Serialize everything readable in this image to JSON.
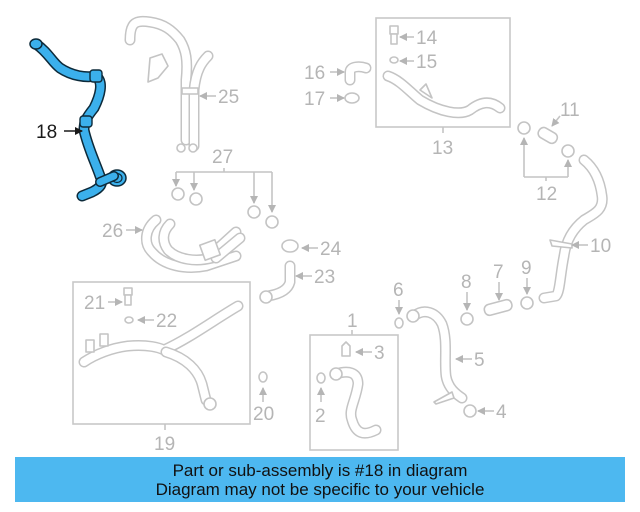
{
  "diagram": {
    "highlighted_part": "18",
    "highlight_color": "#3bb0ec",
    "line_color": "#c4c4c4",
    "callouts": [
      {
        "id": "1",
        "label": "1"
      },
      {
        "id": "2",
        "label": "2"
      },
      {
        "id": "3",
        "label": "3"
      },
      {
        "id": "4",
        "label": "4"
      },
      {
        "id": "5",
        "label": "5"
      },
      {
        "id": "6",
        "label": "6"
      },
      {
        "id": "7",
        "label": "7"
      },
      {
        "id": "8",
        "label": "8"
      },
      {
        "id": "9",
        "label": "9"
      },
      {
        "id": "10",
        "label": "10"
      },
      {
        "id": "11",
        "label": "11"
      },
      {
        "id": "12",
        "label": "12"
      },
      {
        "id": "13",
        "label": "13"
      },
      {
        "id": "14",
        "label": "14"
      },
      {
        "id": "15",
        "label": "15"
      },
      {
        "id": "16",
        "label": "16"
      },
      {
        "id": "17",
        "label": "17"
      },
      {
        "id": "18",
        "label": "18"
      },
      {
        "id": "19",
        "label": "19"
      },
      {
        "id": "20",
        "label": "20"
      },
      {
        "id": "21",
        "label": "21"
      },
      {
        "id": "22",
        "label": "22"
      },
      {
        "id": "23",
        "label": "23"
      },
      {
        "id": "24",
        "label": "24"
      },
      {
        "id": "25",
        "label": "25"
      },
      {
        "id": "26",
        "label": "26"
      },
      {
        "id": "27",
        "label": "27"
      }
    ]
  },
  "banner": {
    "line1": "Part or sub-assembly is #18 in diagram",
    "line2": "Diagram may not be specific to your vehicle",
    "background": "#4db8f0"
  }
}
